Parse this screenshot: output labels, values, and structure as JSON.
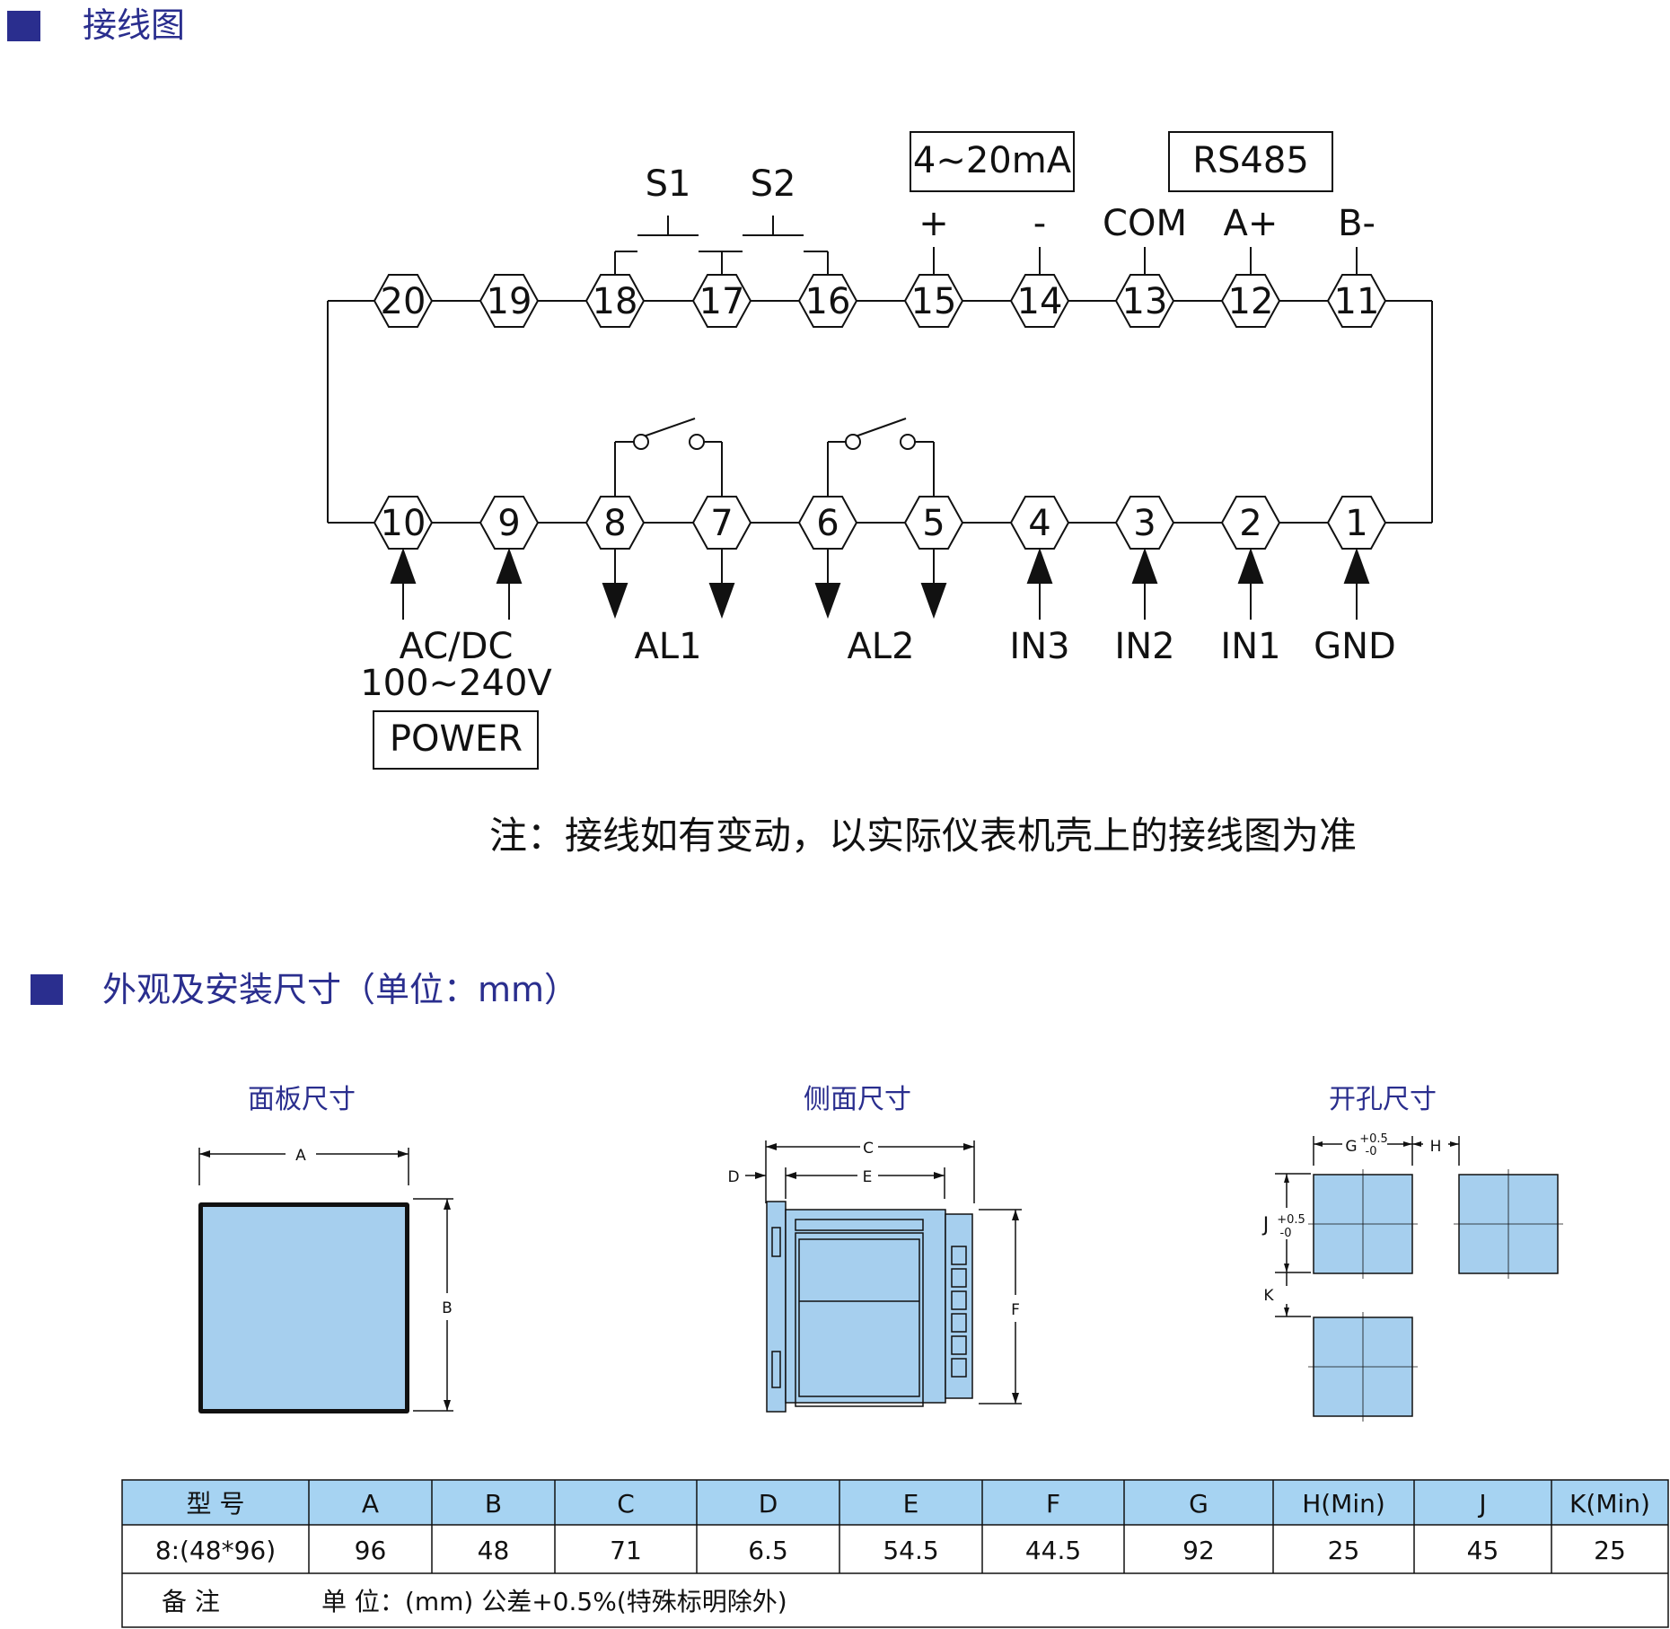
{
  "wiring": {
    "title": "接线图",
    "top_terminals": [
      "20",
      "19",
      "18",
      "17",
      "16",
      "15",
      "14",
      "13",
      "12",
      "11"
    ],
    "bottom_terminals": [
      "10",
      "9",
      "8",
      "7",
      "6",
      "5",
      "4",
      "3",
      "2",
      "1"
    ],
    "top_labels": {
      "s1": "S1",
      "s2": "S2",
      "plus": "+",
      "minus": "-",
      "com": "COM",
      "a_plus": "A+",
      "b_minus": "B-"
    },
    "box_current": "4~20mA",
    "box_rs485": "RS485",
    "bottom_labels": {
      "acdc": "AC/DC",
      "voltage": "100~240V",
      "al1": "AL1",
      "al2": "AL2",
      "in3": "IN3",
      "in2": "IN2",
      "in1": "IN1",
      "gnd": "GND"
    },
    "box_power": "POWER",
    "note": "注：接线如有变动，以实际仪表机壳上的接线图为准"
  },
  "dimensions": {
    "title": "外观及安装尺寸（单位：mm）",
    "panel": {
      "title": "面板尺寸",
      "a": "A",
      "b": "B"
    },
    "side": {
      "title": "侧面尺寸",
      "c": "C",
      "d": "D",
      "e": "E",
      "f": "F"
    },
    "cutout": {
      "title": "开孔尺寸",
      "g": "G",
      "h": "H",
      "j": "J",
      "k": "K",
      "tol_plus": "+0.5",
      "tol_minus": "-0"
    }
  },
  "spec_table": {
    "headers": [
      "型  号",
      "A",
      "B",
      "C",
      "D",
      "E",
      "F",
      "G",
      "H(Min)",
      "J",
      "K(Min)"
    ],
    "row": [
      "8:(48*96)",
      "96",
      "48",
      "71",
      "6.5",
      "54.5",
      "44.5",
      "92",
      "25",
      "45",
      "25"
    ],
    "remark_label": "备  注",
    "remark_text": "单 位：(mm)  公差+0.5%(特殊标明除外)"
  },
  "colors": {
    "accent": "#2a2e8e",
    "fill": "#a6cfee",
    "header_bg": "#a6d3f2"
  }
}
